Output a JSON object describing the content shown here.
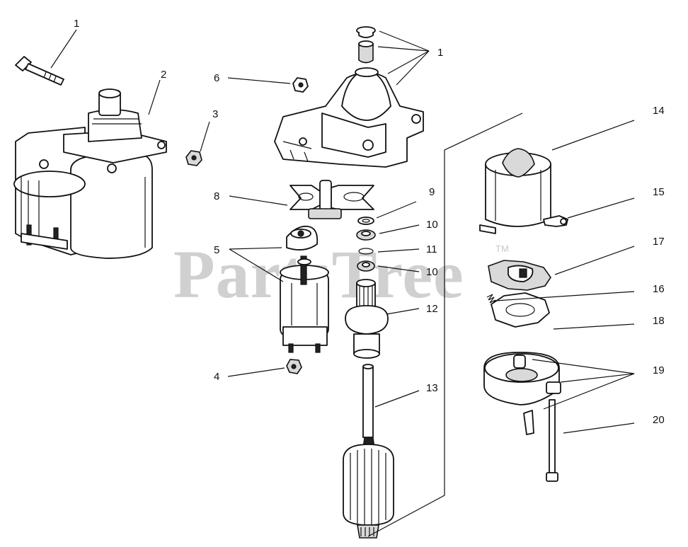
{
  "watermark": {
    "text": "PartsTree",
    "trademark": "TM"
  },
  "callouts": [
    "1",
    "1",
    "2",
    "3",
    "4",
    "5",
    "6",
    "8",
    "9",
    "10",
    "10",
    "11",
    "12",
    "13",
    "14",
    "15",
    "16",
    "17",
    "18",
    "19",
    "20"
  ]
}
